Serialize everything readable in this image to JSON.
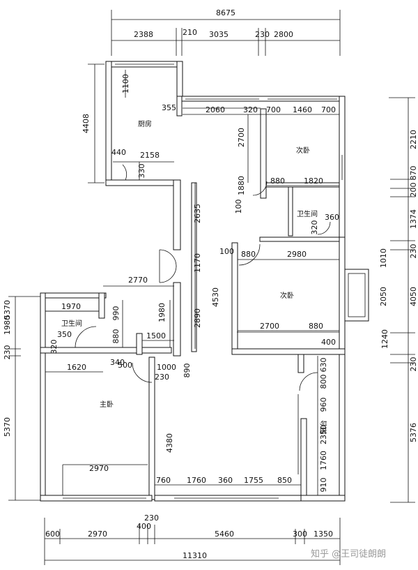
{
  "rooms": {
    "kitchen": "厨房",
    "bedroom_top": "次卧",
    "bath_top": "卫生间",
    "bedroom_mid": "次卧",
    "bath_left": "卫生间",
    "master": "主卧",
    "balcony": "阳台"
  },
  "dims": {
    "top_total": "8675",
    "top_2388": "2388",
    "top_210": "210",
    "top_3035": "3035",
    "top_230": "230",
    "top_2800": "2800",
    "bot_230": "230",
    "bot_400": "400",
    "bot_600": "600",
    "bot_2970": "2970",
    "bot_5460": "5460",
    "bot_300": "300",
    "bot_1350": "1350",
    "bot_total": "11310",
    "left_4408": "4408",
    "left_5370": "5370",
    "left_1980": "1980",
    "left_230": "230",
    "left_5370b": "5370",
    "right_2210": "2210",
    "right_870": "870",
    "right_200": "200",
    "right_1374": "1374",
    "right_230a": "230",
    "right_4050": "4050",
    "right_1240": "1240",
    "right_230b": "230",
    "right_5376": "5376",
    "k_1100": "1100",
    "k_355": "355",
    "k_440": "440",
    "k_2158": "2158",
    "k_330": "330",
    "b_2060": "2060",
    "b_320": "320",
    "b_700a": "700",
    "b_1460": "1460",
    "b_700b": "700",
    "b_2700": "2700",
    "b_1880": "1880",
    "b_880": "880",
    "b_1820": "1820",
    "b_100": "100",
    "c_2635": "2635",
    "c_1170": "1170",
    "c_4530": "4530",
    "c_2890": "2890",
    "bt_360": "360",
    "bt_320": "320",
    "m_100": "100",
    "m_880a": "880",
    "m_2980": "2980",
    "m_1010": "1010",
    "m_2050": "2050",
    "m_2700": "2700",
    "m_880b": "880",
    "m_400": "400",
    "l_2770": "2770",
    "l_1970": "1970",
    "l_990": "990",
    "l_1980": "1980",
    "l_350": "350",
    "l_880": "880",
    "l_1500": "1500",
    "l_320": "320",
    "l_340": "340",
    "l_500": "500",
    "l_1000": "1000",
    "l_230": "230",
    "l_890": "890",
    "l_1620": "1620",
    "l_2970": "2970",
    "l_4380": "4380",
    "r_630": "630",
    "r_800": "800",
    "r_960": "960",
    "r_2350": "2350",
    "r_1760": "1760",
    "r_910": "910",
    "bb_760": "760",
    "bb_1760": "1760",
    "bb_360": "360",
    "bb_1755": "1755",
    "bb_850": "850"
  },
  "watermark": "知乎 @王司徒朗朗"
}
